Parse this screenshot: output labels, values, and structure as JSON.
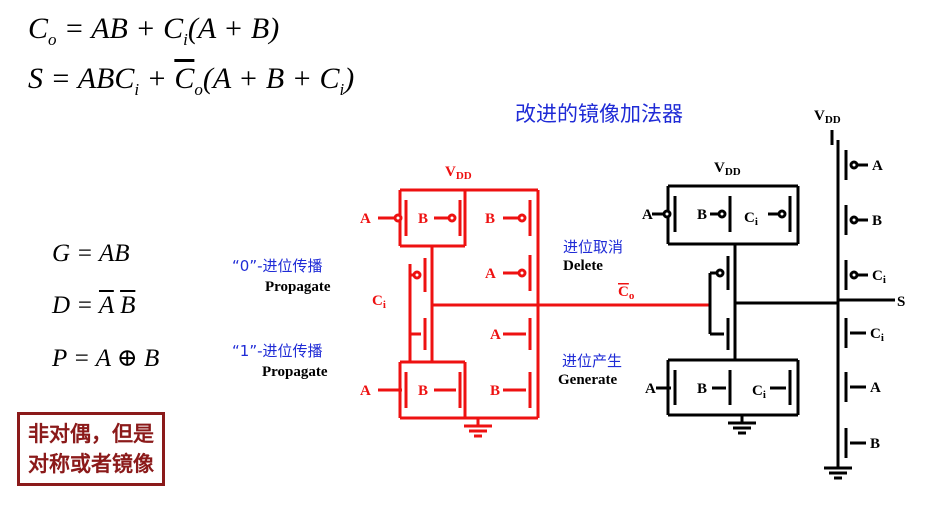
{
  "equations": {
    "co": {
      "lhs": "C",
      "lhs_sub": "o",
      "t1": " = AB + C",
      "t1_sub": "i",
      "t2": "(A + B)"
    },
    "s": {
      "lhs": "S",
      "t1": " = ABC",
      "t1_sub": "i",
      "t2": " + ",
      "bar": "C",
      "bar_sub": "o",
      "t3": "(A + B + C",
      "t3_sub": "i",
      "t4": ")"
    },
    "g": "G = AB",
    "d": {
      "prefix": "D = ",
      "a": "A",
      "b": "B"
    },
    "p": "P = A ⊕ B"
  },
  "title": "改进的镜像加法器",
  "labels": {
    "prop0_cn": "“0”-进位传播",
    "prop0_en": "Propagate",
    "prop1_cn": "“1”-进位传播",
    "prop1_en": "Propagate",
    "delete_cn": "进位取消",
    "delete_en": "Delete",
    "generate_cn": "进位产生",
    "generate_en": "Generate",
    "co_bar": "C",
    "co_bar_sub": "o",
    "s_out": "S"
  },
  "note": [
    "非对偶，但是",
    "对称或者镜像"
  ],
  "circuit": {
    "vdd": "V",
    "vdd_sub": "DD",
    "a": "A",
    "b": "B",
    "c": "C",
    "c_sub": "i"
  },
  "colors": {
    "red": "#ee1111",
    "black": "#000000",
    "blue": "#1f2bd6",
    "note": "#8b1a1a"
  }
}
